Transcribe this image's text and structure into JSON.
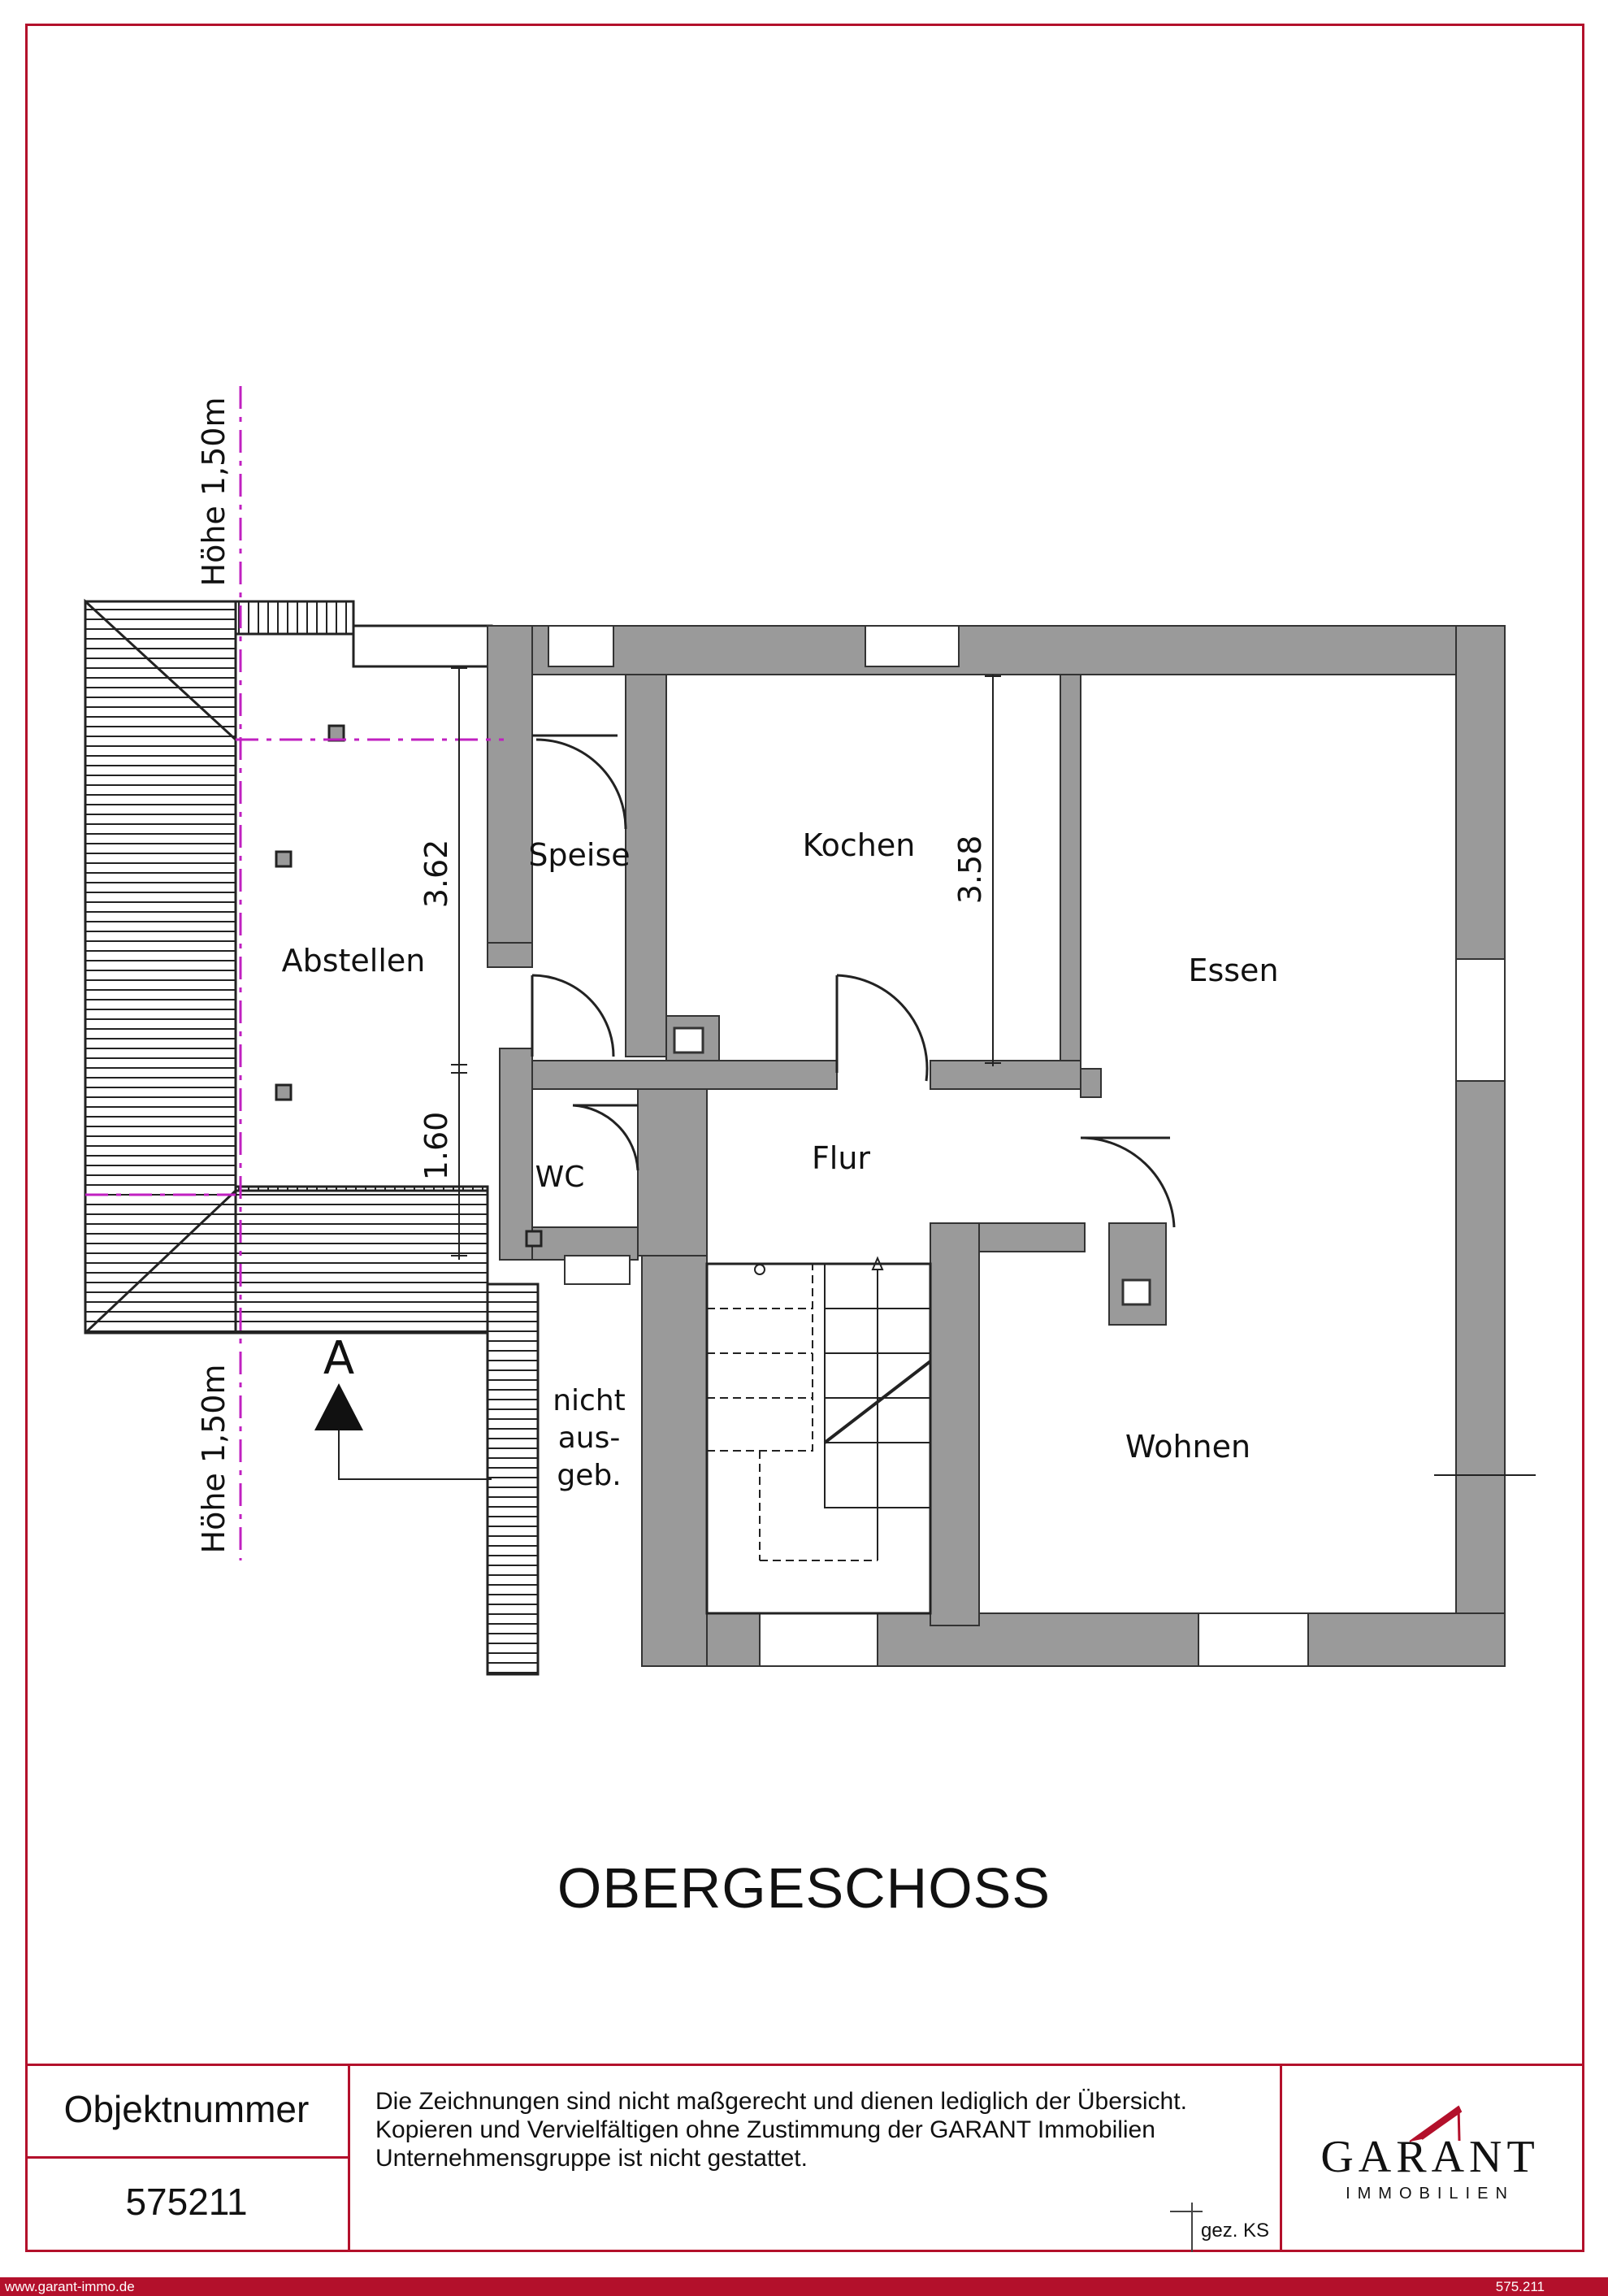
{
  "rooms": {
    "abstellen": "Abstellen",
    "speise": "Speise",
    "kochen": "Kochen",
    "essen": "Essen",
    "flur": "Flur",
    "wc": "WC",
    "wohnen": "Wohnen",
    "nicht_ausgeb_line1": "nicht",
    "nicht_ausgeb_line2": "aus-",
    "nicht_ausgeb_line3": "geb."
  },
  "dimensions": {
    "abstellen_depth": "3.62",
    "abstellen_lower": "1.60",
    "kochen_depth": "3.58"
  },
  "height_labels": {
    "top": "Höhe 1,50m",
    "bottom": "Höhe 1,50m"
  },
  "section_marker": "A",
  "floor_title": "OBERGESCHOSS",
  "title_block": {
    "object_label": "Objektnummer",
    "object_number": "575211",
    "disclaimer_line1": "Die Zeichnungen sind nicht maßgerecht und dienen lediglich der Übersicht.",
    "disclaimer_line2": "Kopieren und Vervielfältigen ohne Zustimmung der GARANT Immobilien",
    "disclaimer_line3": "Unternehmensgruppe ist nicht gestattet.",
    "signature": "gez. KS",
    "logo_main": "GARANT",
    "logo_sub": "IMMOBILIEN"
  },
  "footer": {
    "website": "www.garant-immo.de",
    "code": "575.211"
  },
  "colors": {
    "wall": "#9a9a9a",
    "frame": "#b3102b",
    "height_line": "#c020c0"
  }
}
